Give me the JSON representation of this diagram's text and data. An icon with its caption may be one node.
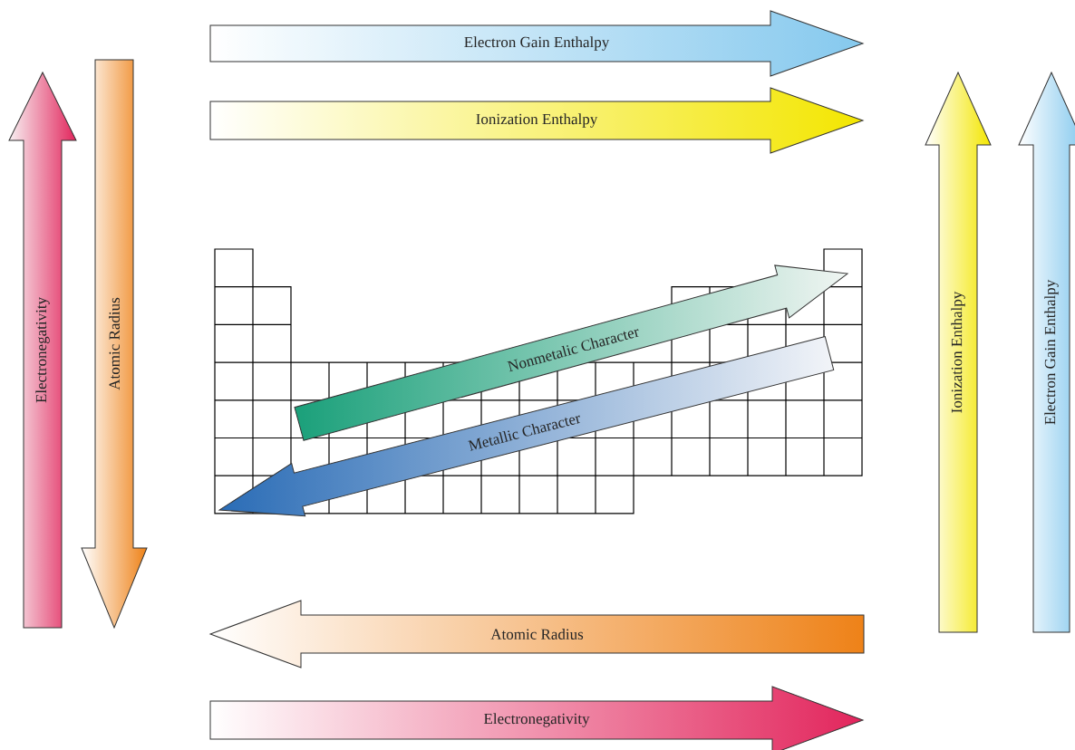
{
  "diagram": {
    "labels": [
      "Electron Gain Enthalpy",
      "Ionization Enthalpy",
      "Electronegativity",
      "Atomic Radius",
      "Nonmetalic Character",
      "Metallic Character",
      "Ionization Enthalpy",
      "Electron Gain Enthalpy",
      "Atomic Radius",
      "Electronegativity"
    ]
  }
}
